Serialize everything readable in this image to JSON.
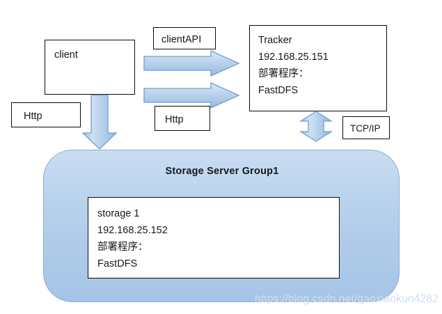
{
  "diagram": {
    "title": "FastDFS architecture diagram",
    "colors": {
      "arrow_fill_light": "#d3e3f3",
      "arrow_fill_mid": "#a9c7e6",
      "arrow_stroke": "#6f9fcd",
      "panel_fill_top": "#c9ddf2",
      "panel_fill_bottom": "#a6c4e6",
      "panel_stroke": "#8aaed4",
      "box_stroke": "#0a0a0a",
      "text": "#17181a",
      "watermark": "#cfe0f0"
    },
    "nodes": {
      "client": {
        "label": "client"
      },
      "client_api": {
        "label": "clientAPI"
      },
      "http_left": {
        "label": "Http"
      },
      "http_mid": {
        "label": "Http"
      },
      "tcp_ip": {
        "label": "TCP/IP"
      },
      "tracker": {
        "name": "Tracker",
        "ip": "192.168.25.151",
        "deploy_label": "部署程序：",
        "software": "FastDFS"
      },
      "group_panel": {
        "title": "Storage Server Group1"
      },
      "storage1": {
        "name": "storage 1",
        "ip": "192.168.25.152",
        "deploy_label": "部署程序：",
        "software": "FastDFS"
      }
    },
    "connectors": [
      {
        "id": "client-to-tracker-upper",
        "shape": "right-arrow",
        "label": "clientAPI"
      },
      {
        "id": "client-to-tracker-lower",
        "shape": "right-arrow",
        "label": "Http"
      },
      {
        "id": "client-to-group",
        "shape": "down-arrow",
        "label": "Http"
      },
      {
        "id": "tracker-to-group",
        "shape": "up-down-arrow",
        "label": "TCP/IP"
      }
    ],
    "watermark": {
      "text": "https://blog.csdn.net/gaoxiaokun4282"
    }
  }
}
